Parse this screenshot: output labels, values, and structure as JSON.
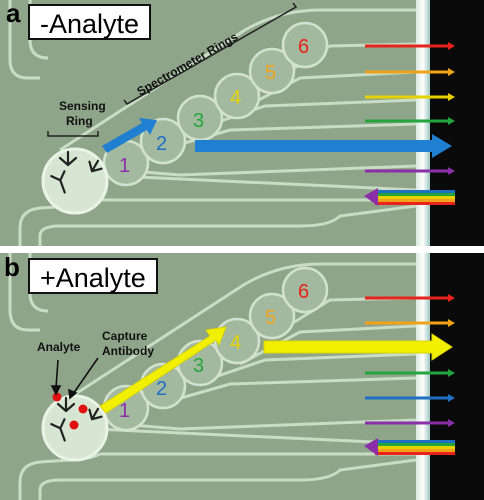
{
  "panel_a": {
    "letter": "a",
    "title": "-Analyte",
    "sensing_label_1": "Sensing",
    "sensing_label_2": "Ring",
    "spectrometer_label": "Spectrometer Rings",
    "ring_numbers": [
      "1",
      "2",
      "3",
      "4",
      "5",
      "6"
    ]
  },
  "panel_b": {
    "letter": "b",
    "title": "+Analyte",
    "analyte_label": "Analyte",
    "capture_label_1": "Capture",
    "capture_label_2": "Antibody",
    "ring_numbers": [
      "1",
      "2",
      "3",
      "4",
      "5",
      "6"
    ]
  },
  "colors": {
    "chip_background": "#8fa58a",
    "waveguide": "#c8dcc6",
    "ring_fill": "#9fb59b",
    "sensing_ring_fill": "#d6e6d2",
    "ring_1": "#8b2fa8",
    "ring_2": "#1f6fc2",
    "ring_3": "#24a43c",
    "ring_4": "#e6d200",
    "ring_5": "#f0a21a",
    "ring_6": "#e8231c",
    "blue_arrow": "#1f7fd0",
    "yellow_arrow": "#f2f000",
    "analyte_dot": "#e01010"
  }
}
